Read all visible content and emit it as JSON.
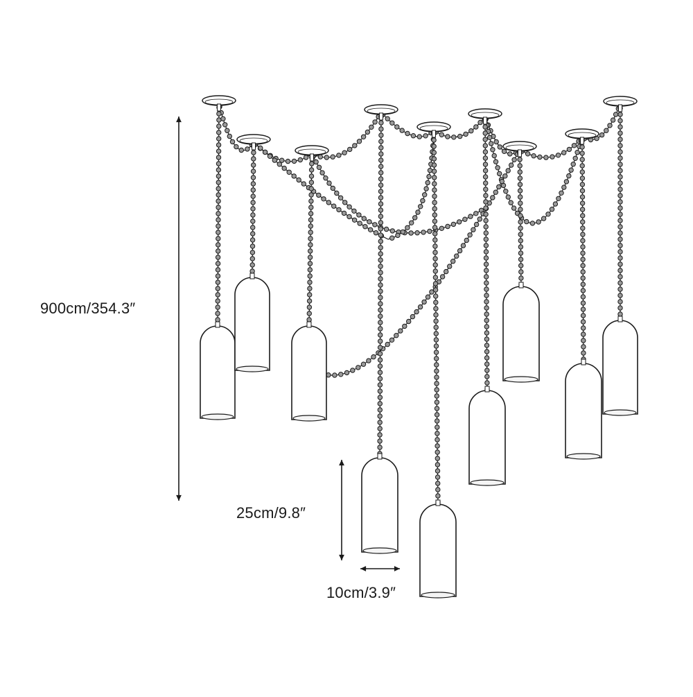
{
  "dimensions": {
    "total_height": "900cm/354.3″",
    "shade_height": "25cm/9.8″",
    "shade_width": "10cm/3.9″"
  },
  "colors": {
    "line": "#1a1a1a",
    "chain_fill": "#9a9a9a",
    "shade_fill": "#ffffff",
    "background": "#ffffff"
  },
  "fixture": {
    "canopy_count": 9,
    "pendant_count": 9,
    "icons": [
      "ceiling-canopy-icon",
      "pendant-shade-icon",
      "chain-icon",
      "dimension-arrow-icon"
    ]
  }
}
